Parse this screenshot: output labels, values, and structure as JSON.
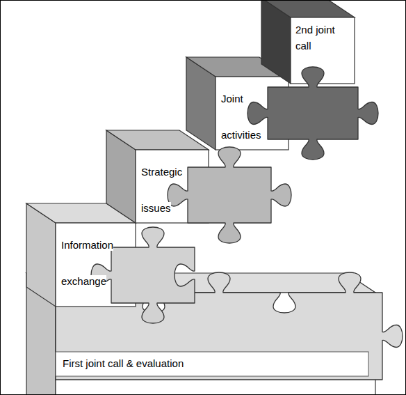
{
  "diagram": {
    "nodes": [
      {
        "text": [
          "First joint call & evaluation"
        ]
      },
      {
        "text": [
          "Information exchange"
        ]
      },
      {
        "text": [
          "Strategic issues"
        ]
      },
      {
        "text": [
          "Joint activities"
        ]
      },
      {
        "text": [
          "2nd joint call"
        ]
      }
    ]
  }
}
